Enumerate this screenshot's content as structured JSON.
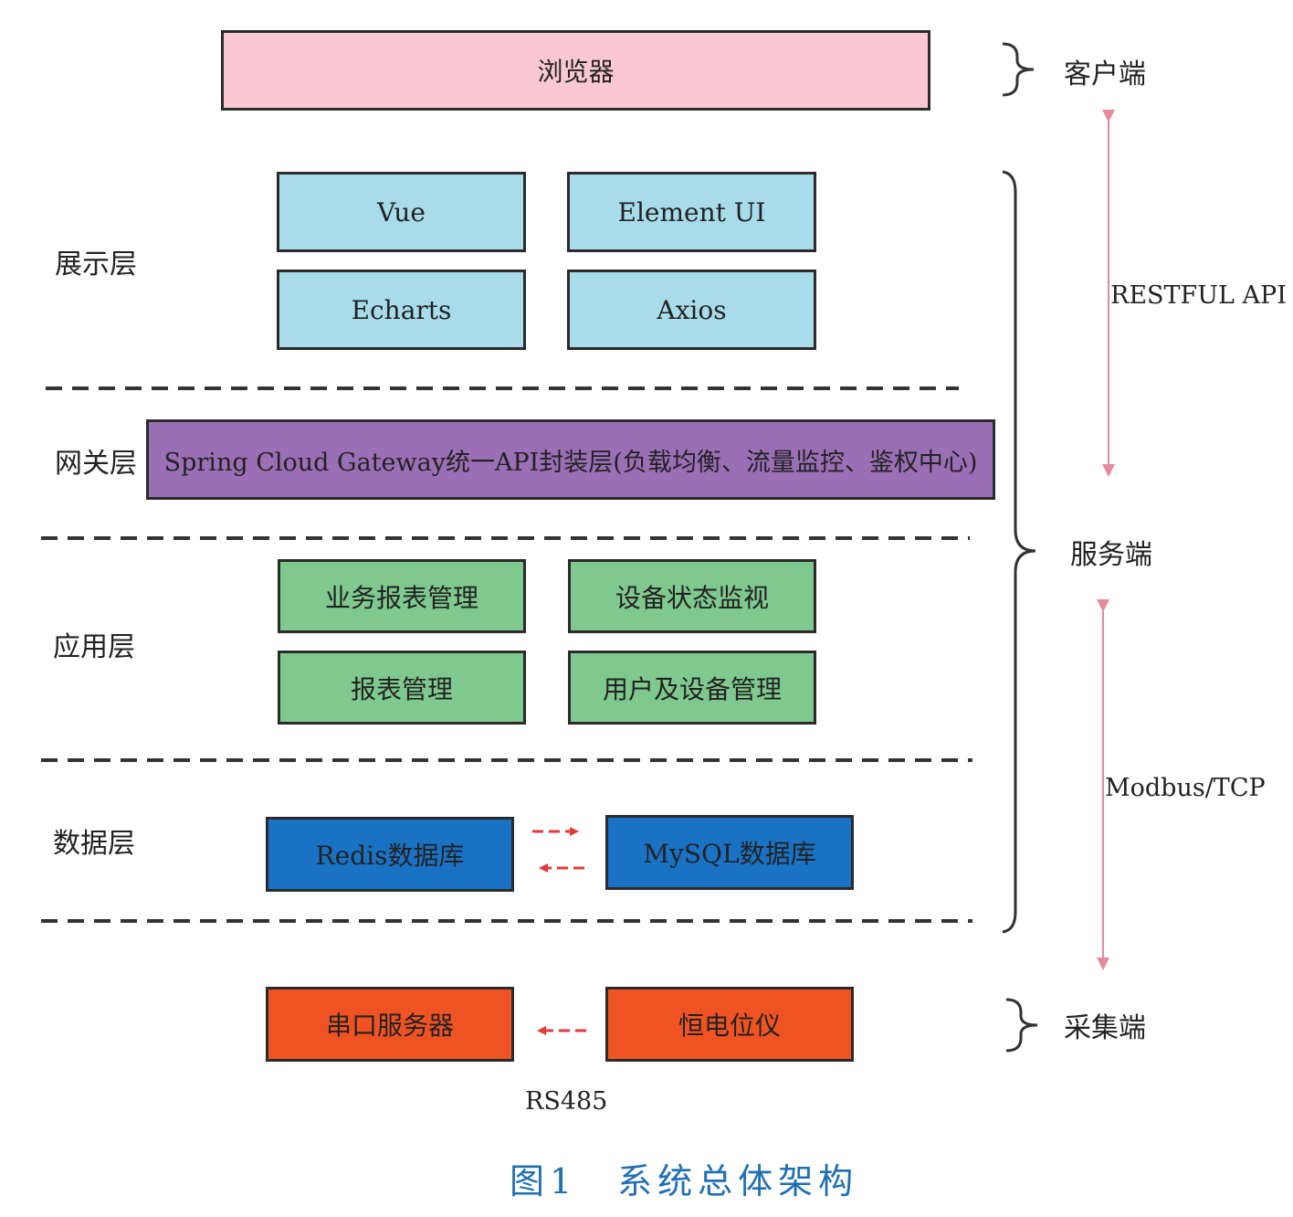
{
  "client_layer": {
    "browser": "浏览器",
    "side_label": "客户端"
  },
  "presentation_layer": {
    "label": "展示层",
    "items": [
      "Vue",
      "Element UI",
      "Echarts",
      "Axios"
    ]
  },
  "gateway_layer": {
    "label": "网关层",
    "box": "Spring Cloud Gateway统一API封装层(负载均衡、流量监控、鉴权中心)"
  },
  "application_layer": {
    "label": "应用层",
    "items": [
      "业务报表管理",
      "设备状态监视",
      "报表管理",
      "用户及设备管理"
    ]
  },
  "data_layer": {
    "label": "数据层",
    "items": [
      "Redis数据库",
      "MySQL数据库"
    ]
  },
  "collection": {
    "items": [
      "串口服务器",
      "恒电位仪"
    ],
    "side_label": "采集端",
    "protocol": "RS485"
  },
  "server_side_label": "服务端",
  "protocols": {
    "top": "RESTFUL API",
    "bottom": "Modbus/TCP"
  },
  "caption": "图1　系统总体架构",
  "colors": {
    "browser": "#f9c8d1",
    "presentation": "#a8dcea",
    "gateway": "#9b6fb5",
    "application": "#7fc88e",
    "data": "#1a72c4",
    "collection": "#f05323",
    "arrow_red": "#e23a3a",
    "arrow_pink": "#e58a9a",
    "caption": "#1f6fb5"
  }
}
